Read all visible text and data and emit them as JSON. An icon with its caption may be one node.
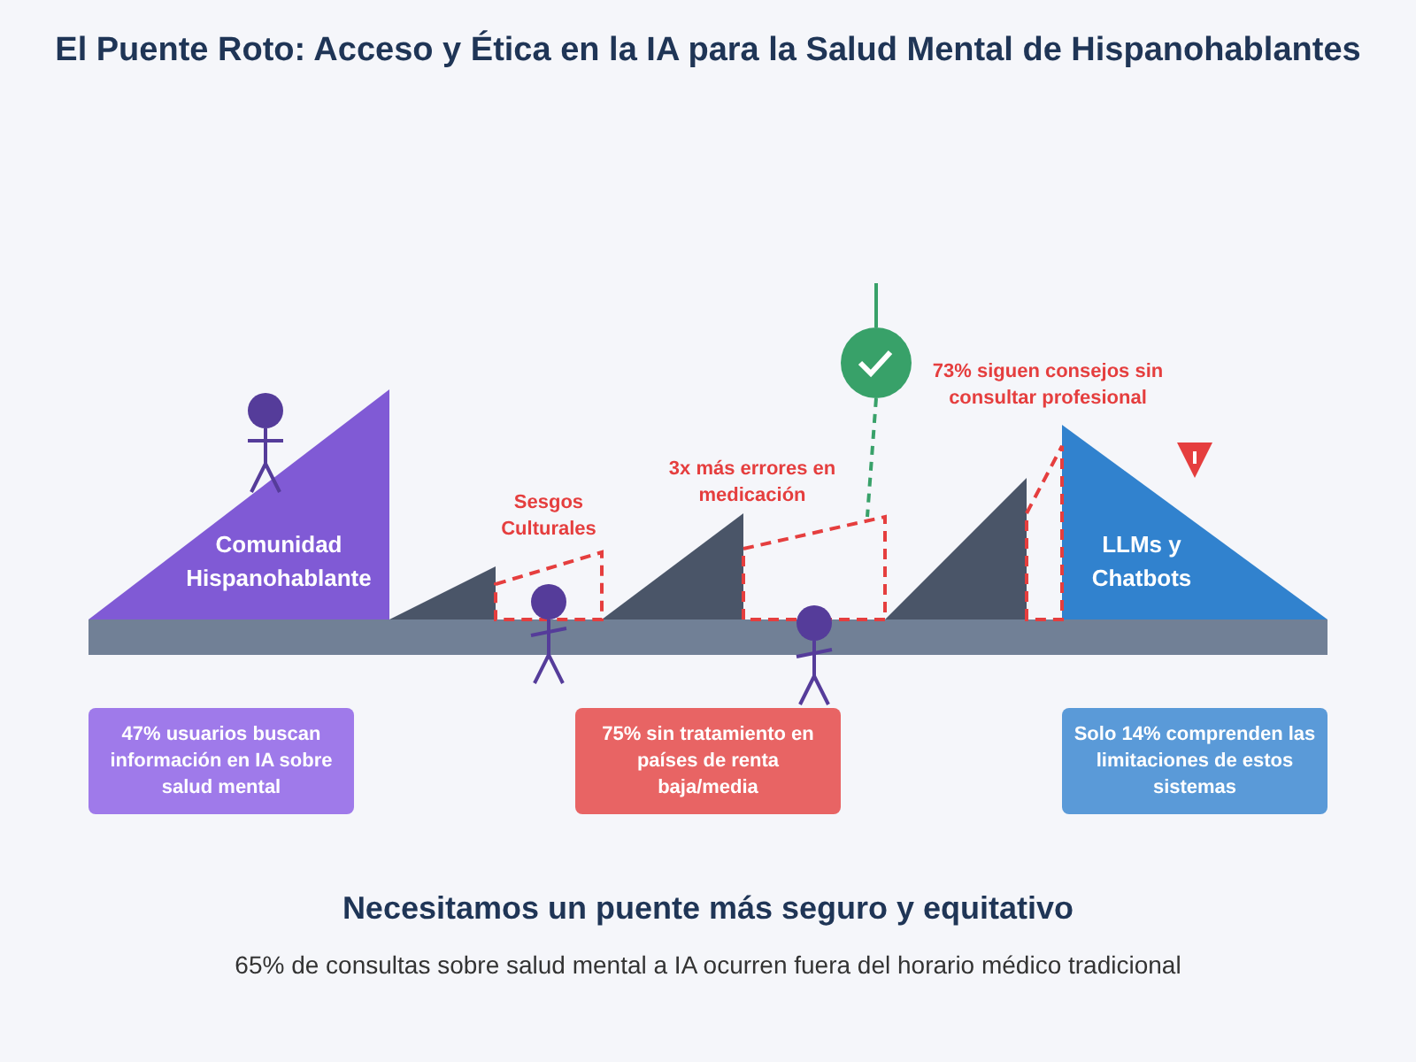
{
  "diagram": {
    "title": "El Puente Roto: Acceso y Ética en la IA para la Salud Mental de Hispanohablantes",
    "caption": "Necesitamos un puente más seguro y equitativo",
    "nodes": [
      {
        "text": [
          "Comunidad Hispanohablante"
        ]
      },
      {
        "text": [
          "LLMs y Chatbots"
        ]
      },
      {
        "text": [
          "47% usuarios buscan información en IA sobre salud mental"
        ]
      },
      {
        "text": [
          "75% sin tratamiento en países de renta baja/media"
        ]
      },
      {
        "text": [
          "Solo 14% comprenden las limitaciones de estos sistemas"
        ]
      }
    ],
    "labels": [
      "Sesgos Culturales",
      "3x más errores en medicación",
      "73% siguen consejos sin consultar profesional",
      "65% de consultas sobre salud mental a IA ocurren fuera del horario médico tradicional"
    ]
  }
}
